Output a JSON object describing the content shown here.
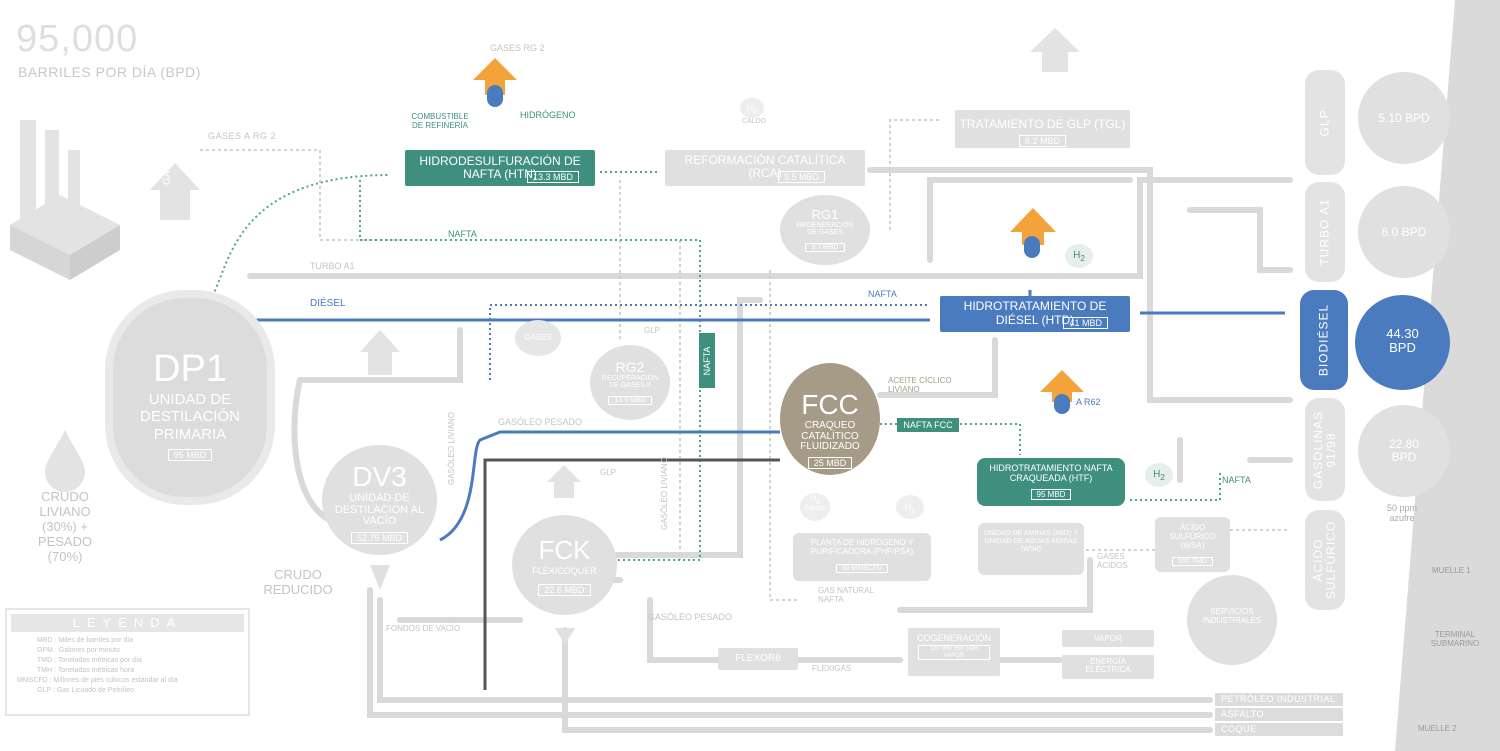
{
  "header": {
    "capacity": "95,000",
    "capacity_unit": "BARRILES POR DÍA (BPD)"
  },
  "units": {
    "htn": {
      "title": "HIDRODESULFURACIÓN DE NAFTA (HTN)",
      "rate": "13.3 MBD",
      "fuel": "COMBUSTIBLE DE REFINERÍA",
      "h2": "HIDRÓGENO",
      "gas_out": "GASES RG 2"
    },
    "rca": {
      "title": "REFORMACIÓN CATALÍTICA (RCA)",
      "rate": "9.5 MBD",
      "h2": "CALDO"
    },
    "tgl": {
      "title": "TRATAMIENTO DE GLP (TGL)",
      "rate": "8.2 MBD"
    },
    "rg1": {
      "title": "RG1",
      "sub": "REGENERACIÓN DE GASES",
      "rate": "9.7 MBD"
    },
    "rg2": {
      "title": "RG2",
      "sub": "RECUPERACIÓN DE GASES II",
      "rate": "13.9 MBD",
      "gases": "GASES",
      "glp": "GLP"
    },
    "htd": {
      "title": "HIDROTRATAMIENTO DE DIÉSEL (HTD)",
      "rate": "41 MBD"
    },
    "htf": {
      "title": "HIDROTRATAMIENTO NAFTA CRAQUEADA (HTF)",
      "rate": "95 MBD",
      "ar62": "A R62"
    },
    "dp1": {
      "title": "DP1",
      "sub": "UNIDAD DE DESTILACIÓN PRIMARIA",
      "rate": "95 MBD"
    },
    "dv3": {
      "title": "DV3",
      "sub": "UNIDAD DE DESTILACIÓN AL VACÍO",
      "rate": "52.75 MBD"
    },
    "fcc": {
      "title": "FCC",
      "sub": "CRAQUEO CATALÍTICO FLUIDIZADO",
      "rate": "25 MBD"
    },
    "fck": {
      "title": "FCK",
      "sub": "FLEXICOQUER",
      "rate": "22.6 MBD"
    },
    "php": {
      "title": "PLANTA DE HIDRÓGENO Y PURIFICADORA (PHP/PSA)",
      "rate": "30 MMSCFD",
      "h2_crudo": "CRUDO"
    },
    "aminas": {
      "title": "UNIDAD DE AMINAS (AM2) Y UNIDAD DE AGUAS AGRIAS (WS8)"
    },
    "wsa": {
      "title": "ÁCIDO SULFÚRICO (WSA)",
      "rate": "550 TMD"
    },
    "servicios": {
      "title": "SERVICIOS INDUSTRIALES"
    },
    "flexor": {
      "title": "FLEXOR8"
    },
    "cogen": {
      "title": "COGENERACIÓN",
      "rate": "100 MW 350 TMH VAPOR"
    },
    "vapor": {
      "title": "VAPOR"
    },
    "energia": {
      "title": "ENERGÍA ELÉCTRICA"
    }
  },
  "streams": {
    "gases_rg2": "GASES A RG 2",
    "gases": "GASES",
    "turbo": "TURBO A1",
    "diesel": "DIÉSEL",
    "nafta": "NAFTA",
    "nafta2": "NAFTA",
    "nafta3": "NAFTA",
    "nafta_fcc": "NAFTA FCC",
    "nafta_v": "NAFTA",
    "aceite": "ACEITE CÍCLICO LIVIANO",
    "gasoleo_pesado": "GASÓLEO PESADO",
    "gasoleo_liviano": "GASÓLEO LIVIANO",
    "gasoleo_liviano2": "GASÓLEO LIVIANO",
    "gasoleo_pesado2": "GASÓLEO PESADO",
    "fondos": "FONDOS DE VACÍO",
    "glp": "GLP",
    "gas_natural": "GAS NATURAL NAFTA",
    "gases_acidos": "GASES ÁCIDOS",
    "flexigas": "FLEXIGAS",
    "crudo_reducido": "CRUDO REDUCIDO",
    "crudo": "CRUDO LIVIANO (30%) + PESADO (70%)"
  },
  "products": [
    {
      "name": "GLP",
      "value": "5.10 BPD"
    },
    {
      "name": "TURBO A1",
      "value": "6.0 BPD"
    },
    {
      "name": "BIODIÉSEL",
      "value": "44.30 BPD"
    },
    {
      "name": "GASOLINAS 91/98",
      "value": "22.80 BPD"
    },
    {
      "name": "ÁCIDO SULFÚRICO",
      "value": ""
    }
  ],
  "sulfur_note": "50 ppm azufre",
  "outputs": [
    "PETRÓLEO INDUSTRIAL",
    "ASFALTO",
    "COQUE"
  ],
  "port": {
    "muelle1": "MUELLE 1",
    "terminal": "TERMINAL SUBMARINO",
    "muelle2": "MUELLE 2"
  },
  "legend": {
    "title": "LEYENDA",
    "items": [
      "MBD : Miles de barriles por día",
      "GPM : Galones por minuto",
      "TMD : Toneladas métricas por día",
      "TMH : Toneladas métricas hora",
      "MMSCFD : Millones de pies cúbicos estándar al día",
      "GLP : Gas Licuado de Petróleo"
    ]
  },
  "colors": {
    "green": "#3f8f7f",
    "green_dot": "#4aa592",
    "blue": "#4a7bbf",
    "orange": "#f3a33a",
    "gray": "#dedede",
    "fcc": "#a59b86",
    "dark_line": "#555555"
  }
}
